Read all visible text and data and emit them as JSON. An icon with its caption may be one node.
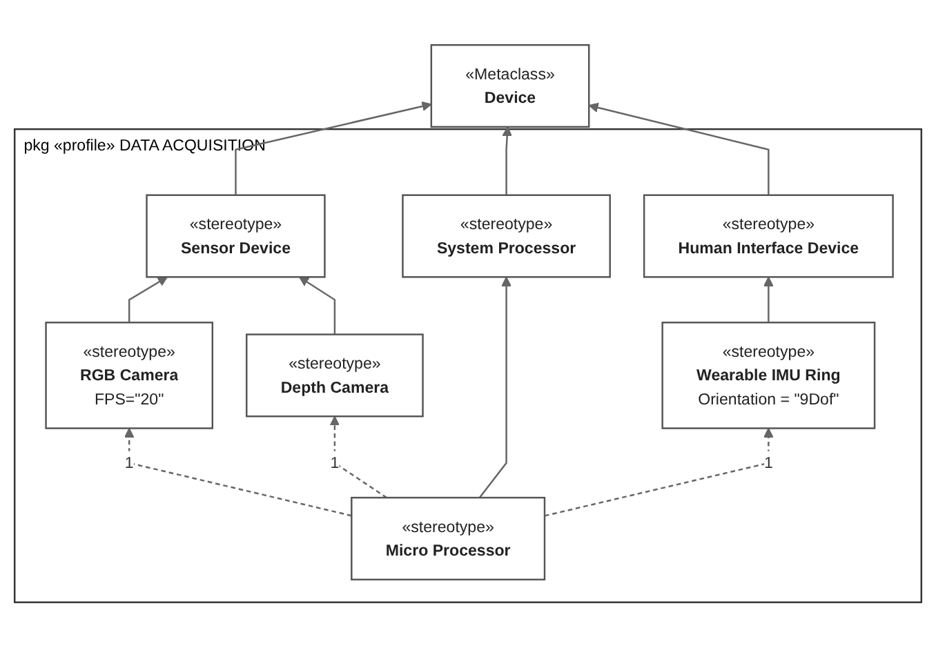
{
  "diagram": {
    "nodes": [
      {
        "text": [
          "«Metaclass»",
          "Device"
        ]
      },
      {
        "text": [
          "pkg «profile» DATA ACQUISITION"
        ]
      },
      {
        "text": [
          "«stereotype»",
          "Sensor Device"
        ],
        "in": 1
      },
      {
        "text": [
          "«stereotype»",
          "System Processor"
        ],
        "in": 1
      },
      {
        "text": [
          "«stereotype»",
          "Human Interface Device"
        ],
        "in": 1
      },
      {
        "text": [
          "«stereotype»",
          "RGB Camera",
          "FPS=\"20\""
        ],
        "in": 1
      },
      {
        "text": [
          "«stereotype»",
          "Depth Camera"
        ],
        "in": 1
      },
      {
        "text": [
          "«stereotype»",
          "Wearable IMU Ring",
          "Orientation = \"9Dof\""
        ],
        "in": 1
      },
      {
        "text": [
          "«stereotype»",
          "Micro Processor"
        ],
        "in": 1
      }
    ],
    "edges": [
      {
        "from": 2,
        "to": 0,
        "arrow": "to"
      },
      {
        "from": 3,
        "to": 0,
        "arrow": "to"
      },
      {
        "from": 4,
        "to": 0,
        "arrow": "to"
      },
      {
        "from": 5,
        "to": 2,
        "arrow": "to"
      },
      {
        "from": 6,
        "to": 2,
        "arrow": "to"
      },
      {
        "from": 7,
        "to": 4,
        "arrow": "to"
      },
      {
        "from": 8,
        "to": 3,
        "arrow": "to"
      },
      {
        "from": 8,
        "to": 5,
        "arrow": "to",
        "style": "dashed",
        "label": "1"
      },
      {
        "from": 8,
        "to": 6,
        "arrow": "to",
        "style": "dashed",
        "label": "1"
      },
      {
        "from": 8,
        "to": 7,
        "arrow": "to",
        "style": "dashed",
        "label": "1"
      }
    ]
  }
}
